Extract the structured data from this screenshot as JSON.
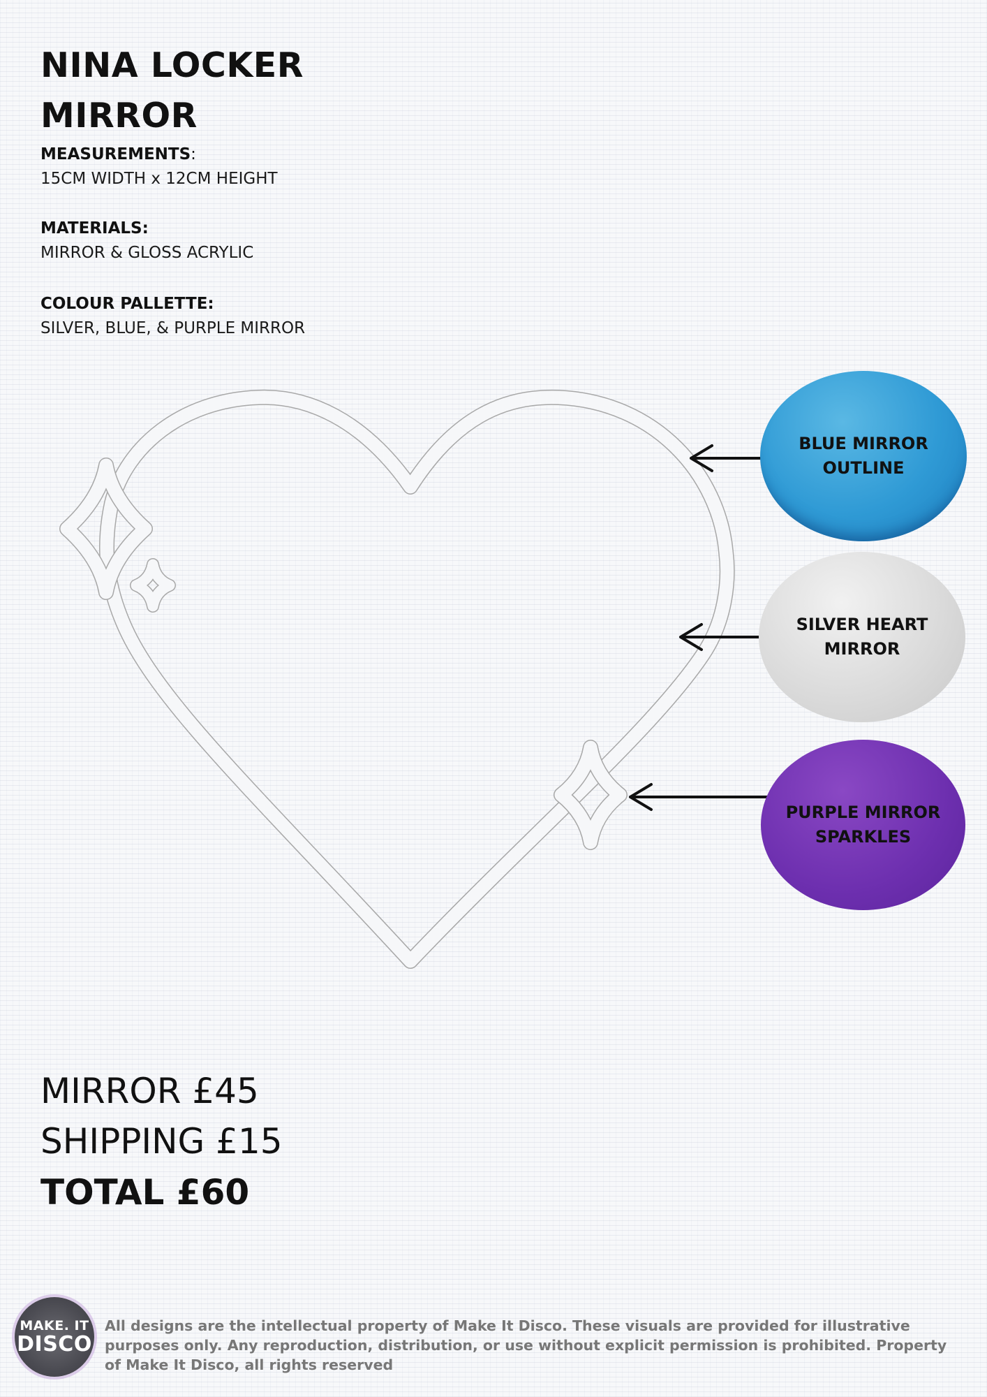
{
  "title": {
    "line1": "NINA LOCKER",
    "line2": "MIRROR"
  },
  "specs": {
    "measurements": {
      "label": "MEASUREMENTS",
      "value": "15CM WIDTH x 12CM HEIGHT"
    },
    "materials": {
      "label": "MATERIALS:",
      "value": "MIRROR & GLOSS ACRYLIC"
    },
    "colour": {
      "label": "COLOUR PALLETTE:",
      "value": "SILVER, BLUE, & PURPLE MIRROR"
    }
  },
  "callouts": {
    "blue": {
      "line1": "BLUE MIRROR",
      "line2": "OUTLINE",
      "color": "#2f9ad5"
    },
    "silver": {
      "line1": "SILVER HEART",
      "line2": "MIRROR",
      "color": "#d9d9d9"
    },
    "purple": {
      "line1": "PURPLE MIRROR",
      "line2": "SPARKLES",
      "color": "#6d2faf"
    }
  },
  "pricing": {
    "mirror": "MIRROR £45",
    "shipping": "SHIPPING £15",
    "total": "TOTAL £60"
  },
  "logo": {
    "line1": "MAKE. IT",
    "line2": "DISCO"
  },
  "footer": {
    "text": "All designs are the intellectual property of Make It Disco. These visuals are provided for illustrative purposes only. Any reproduction, distribution, or use without explicit permission is prohibited. Property of Make It Disco, all rights reserved"
  }
}
